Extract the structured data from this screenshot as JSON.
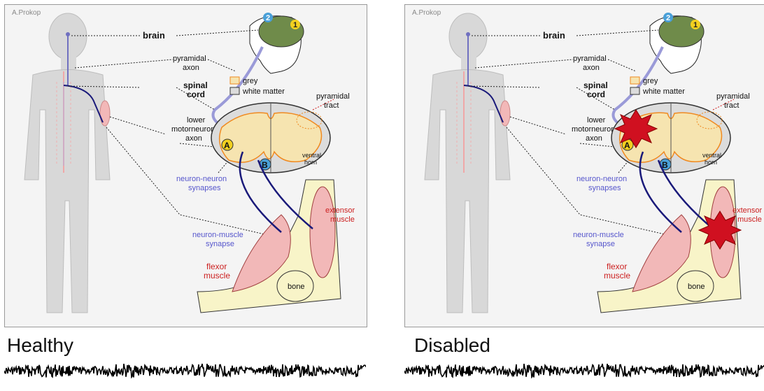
{
  "panels": [
    {
      "credit": "A.Prokop",
      "caption": "Healthy",
      "lesions": false
    },
    {
      "credit": "A.Prokop",
      "caption": "Disabled",
      "lesions": true
    }
  ],
  "labels": {
    "brain": "brain",
    "pyramidal_axon_1": "pyramidal",
    "pyramidal_axon_2": "axon",
    "spinal_cord_1": "spinal",
    "spinal_cord_2": "cord",
    "grey": "grey",
    "white_matter": "white matter",
    "pyramidal_tract_1": "pyramidal",
    "pyramidal_tract_2": "tract",
    "lower_mn_1": "lower",
    "lower_mn_2": "motorneuron",
    "lower_mn_3": "axon",
    "ventral_horn_1": "ventral",
    "ventral_horn_2": "horn",
    "nn_synapses_1": "neuron-neuron",
    "nn_synapses_2": "synapses",
    "nm_synapse_1": "neuron-muscle",
    "nm_synapse_2": "synapse",
    "extensor_1": "extensor",
    "extensor_2": "muscle",
    "flexor_1": "flexor",
    "flexor_2": "muscle",
    "bone": "bone",
    "marker_A": "A",
    "marker_B": "B",
    "brain_area_1": "1",
    "brain_area_2": "2"
  },
  "colors": {
    "neuron": "#1a1a7a",
    "pyramidal_axon": "#9a9ad8",
    "grey_matter": "#f6e4b0",
    "grey_outline": "#f08a20",
    "white_matter": "#dcdcdc",
    "muscle": "#f2b8b8",
    "bone": "#f8f4c8",
    "lesion": "#d01020",
    "label_blue": "#5555cc",
    "label_red": "#cc2020"
  }
}
